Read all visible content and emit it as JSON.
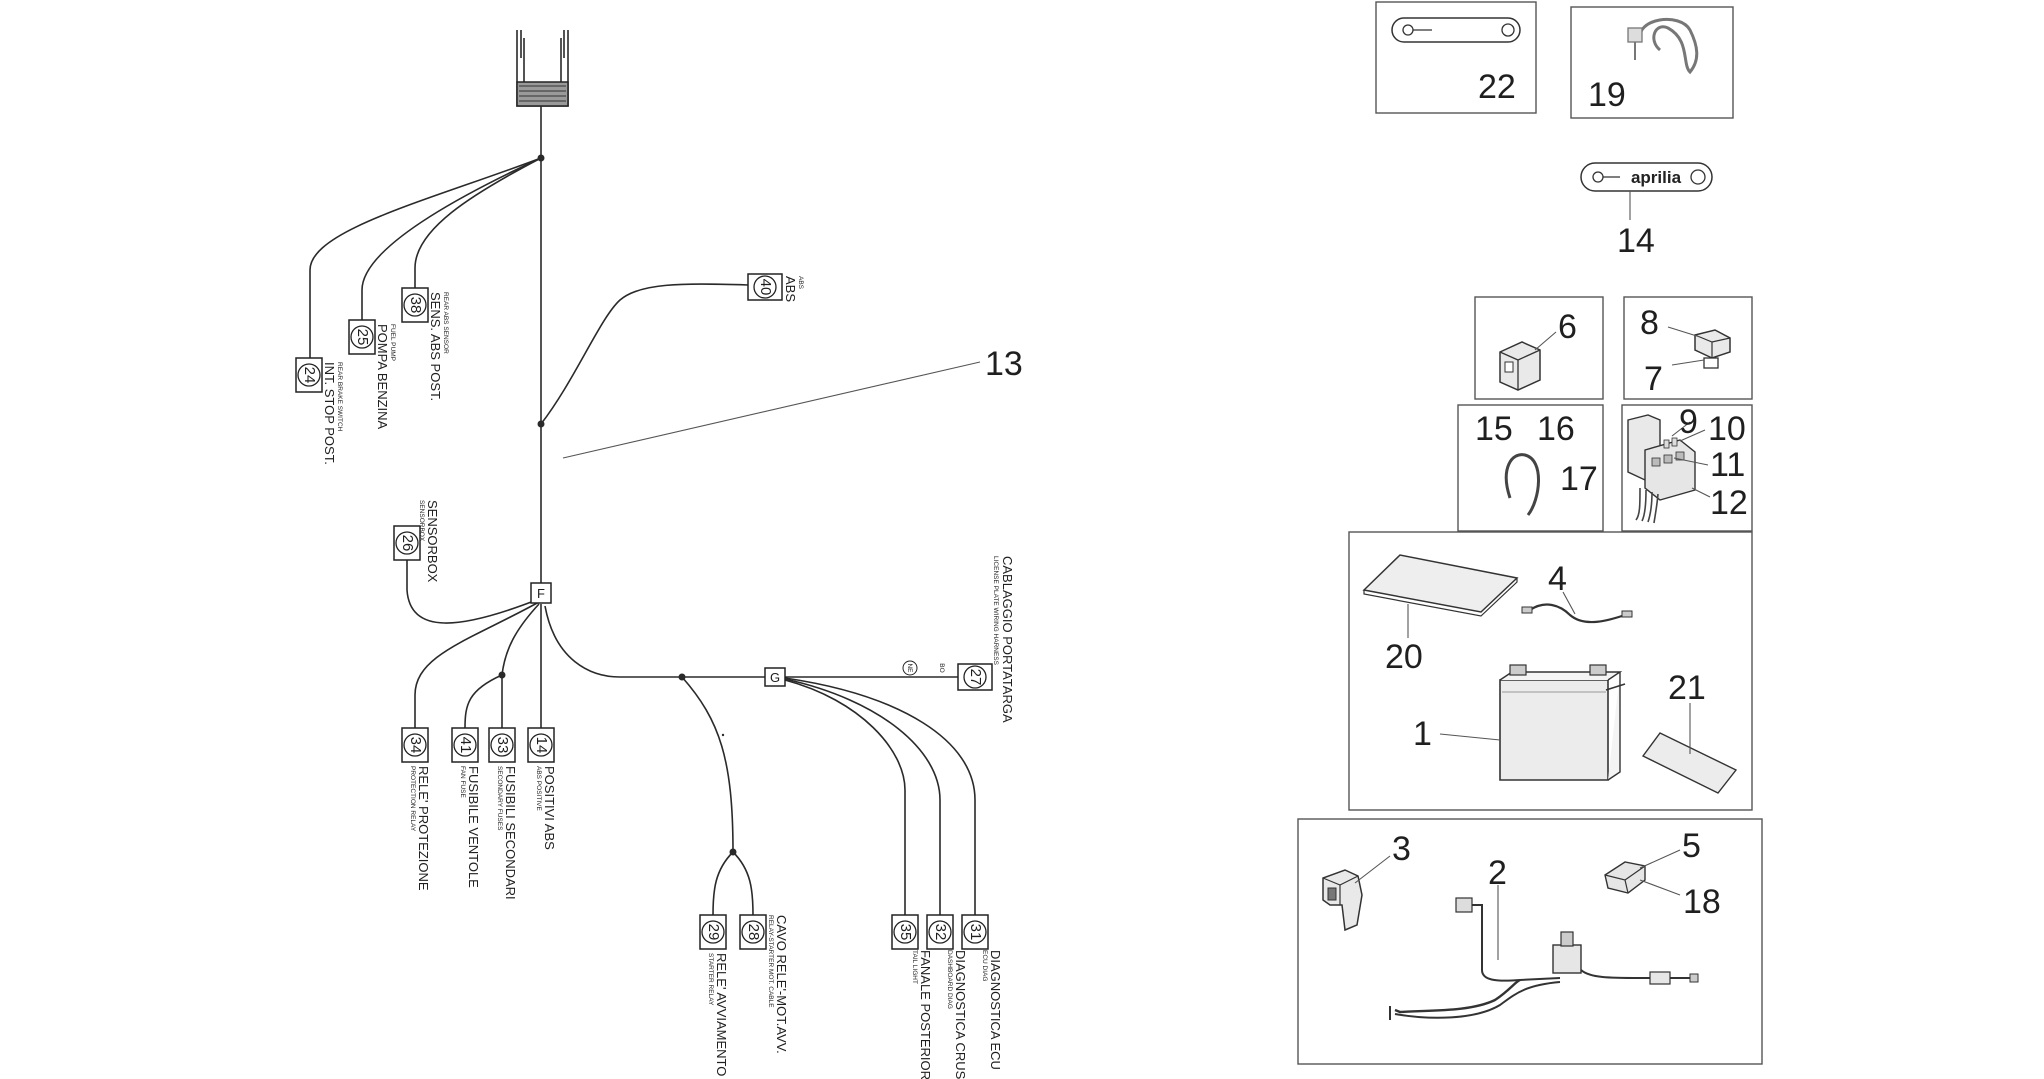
{
  "wiring_harness": {
    "connectors": [
      {
        "id": "24",
        "label": "INT. STOP POST.",
        "sub": "REAR BRAKE SWITCH"
      },
      {
        "id": "25",
        "label": "POMPA BENZINA",
        "sub": "FUEL PUMP"
      },
      {
        "id": "38",
        "label": "SENS. ABS POST.",
        "sub": "REAR ABS SENSOR"
      },
      {
        "id": "40",
        "label": "ABS",
        "sub": "ABS"
      },
      {
        "id": "26",
        "label": "SENSORBOX",
        "sub": "SENSORBOX"
      },
      {
        "id": "34",
        "label": "RELE' PROTEZIONE",
        "sub": "PROTECTION RELAY"
      },
      {
        "id": "41",
        "label": "FUSIBILE VENTOLE",
        "sub": "FAN FUSE"
      },
      {
        "id": "33",
        "label": "FUSIBILI SECONDARI",
        "sub": "SECONDARY FUSES"
      },
      {
        "id": "14",
        "label": "POSITIVI ABS",
        "sub": "ABS POSITIVE"
      },
      {
        "id": "27",
        "label": "CABLAGGIO PORTATARGA",
        "sub": "LICENSE PLATE WIRING HARNESS"
      },
      {
        "id": "29",
        "label": "RELE' AVVIAMENTO",
        "sub": "STARTER RELAY"
      },
      {
        "id": "28",
        "label": "CAVO RELE'-MOT.AVV.",
        "sub": "RELAY-STARTER MOT. CABLE"
      },
      {
        "id": "35",
        "label": "FANALE POSTERIORE",
        "sub": "TAIL LIGHT"
      },
      {
        "id": "32",
        "label": "DIAGNOSTICA CRUSCOTTO",
        "sub": "DASHBOARD DIAG"
      },
      {
        "id": "31",
        "label": "DIAGNOSTICA ECU",
        "sub": "ECU DIAG"
      }
    ],
    "junctions": {
      "f": "F",
      "g": "G"
    },
    "small_marks": {
      "ne": "NE",
      "bo": "BO"
    },
    "harness_callout": "13"
  },
  "parts": {
    "n22": "22",
    "n19": "19",
    "n14": "14",
    "n6": "6",
    "n8": "8",
    "n7": "7",
    "n15": "15",
    "n16": "16",
    "n17": "17",
    "n9": "9",
    "n10": "10",
    "n11": "11",
    "n12": "12",
    "n4": "4",
    "n20": "20",
    "n1": "1",
    "n21": "21",
    "n3": "3",
    "n2": "2",
    "n5": "5",
    "n18": "18"
  },
  "brand_logo_text": "aprilia"
}
